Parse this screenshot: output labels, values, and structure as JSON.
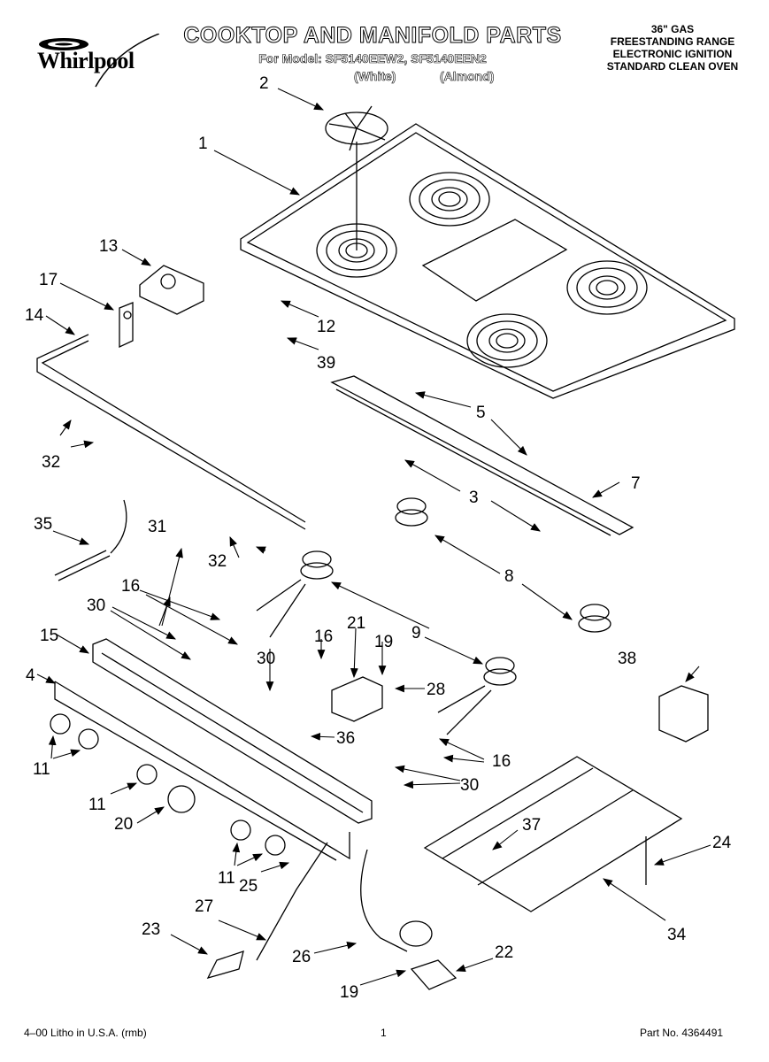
{
  "header": {
    "brand": "Whirlpool",
    "title": "COOKTOP AND MANIFOLD PARTS",
    "model_line": "For Model: SF5140EEW2, SF5140EEN2",
    "color_variants": [
      "(White)",
      "(Almond)"
    ],
    "spec_lines": [
      "36\" GAS",
      "FREESTANDING RANGE",
      "ELECTRONIC IGNITION",
      "STANDARD CLEAN OVEN"
    ]
  },
  "callouts": [
    {
      "id": "c1",
      "label": "1",
      "part": "cooktop"
    },
    {
      "id": "c2",
      "label": "2",
      "part": "burner-grate"
    },
    {
      "id": "c3",
      "label": "3",
      "part": "burner-orifice"
    },
    {
      "id": "c4",
      "label": "4",
      "part": "control-panel-overlay"
    },
    {
      "id": "c5",
      "label": "5",
      "part": "burner-bracket"
    },
    {
      "id": "c7",
      "label": "7",
      "part": "burner-support-rail"
    },
    {
      "id": "c8",
      "label": "8",
      "part": "rear-burner-assembly"
    },
    {
      "id": "c9",
      "label": "9",
      "part": "front-burner-assembly"
    },
    {
      "id": "c11",
      "label": "11",
      "part": "burner-knob"
    },
    {
      "id": "c12",
      "label": "12",
      "part": "cooktop-pin"
    },
    {
      "id": "c13",
      "label": "13",
      "part": "pressure-regulator"
    },
    {
      "id": "c14",
      "label": "14",
      "part": "manifold-pipe"
    },
    {
      "id": "c15",
      "label": "15",
      "part": "manifold-panel"
    },
    {
      "id": "c16",
      "label": "16",
      "part": "burner-valve"
    },
    {
      "id": "c17",
      "label": "17",
      "part": "regulator-bracket"
    },
    {
      "id": "c19",
      "label": "19",
      "part": "fitting"
    },
    {
      "id": "c20",
      "label": "20",
      "part": "oven-knob"
    },
    {
      "id": "c21",
      "label": "21",
      "part": "oven-thermostat"
    },
    {
      "id": "c22",
      "label": "22",
      "part": "safety-valve"
    },
    {
      "id": "c23",
      "label": "23",
      "part": "oven-burner-igniter-bracket"
    },
    {
      "id": "c24",
      "label": "24",
      "part": "oven-burner-orifice"
    },
    {
      "id": "c25",
      "label": "25",
      "part": "switch"
    },
    {
      "id": "c26",
      "label": "26",
      "part": "gas-tube"
    },
    {
      "id": "c27",
      "label": "27",
      "part": "pilot-tube"
    },
    {
      "id": "c28",
      "label": "28",
      "part": "tube"
    },
    {
      "id": "c30",
      "label": "30",
      "part": "valve-bracket"
    },
    {
      "id": "c31",
      "label": "31",
      "part": "screw"
    },
    {
      "id": "c32",
      "label": "32",
      "part": "screw"
    },
    {
      "id": "c34",
      "label": "34",
      "part": "oven-burner"
    },
    {
      "id": "c35",
      "label": "35",
      "part": "igniter"
    },
    {
      "id": "c36",
      "label": "36",
      "part": "thermostat-bracket"
    },
    {
      "id": "c37",
      "label": "37",
      "part": "clip"
    },
    {
      "id": "c38",
      "label": "38",
      "part": "spark-module"
    },
    {
      "id": "c39",
      "label": "39",
      "part": "clip"
    }
  ],
  "labels": {
    "c16b": "16",
    "c16c": "16",
    "c30b": "30",
    "c30c": "30",
    "c11b": "11",
    "c11c": "11",
    "c32b": "32",
    "c19b": "19"
  },
  "footer": {
    "print_info": "4–00 Litho in U.S.A. (rmb)",
    "page_number": "1",
    "part_number": "Part No. 4364491"
  }
}
